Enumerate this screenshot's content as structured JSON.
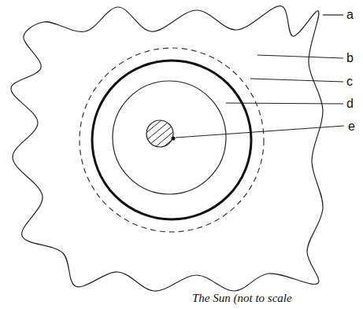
{
  "diagram": {
    "caption": "The Sun (not to scale",
    "labels": [
      "a",
      "b",
      "c",
      "d",
      "e"
    ]
  }
}
